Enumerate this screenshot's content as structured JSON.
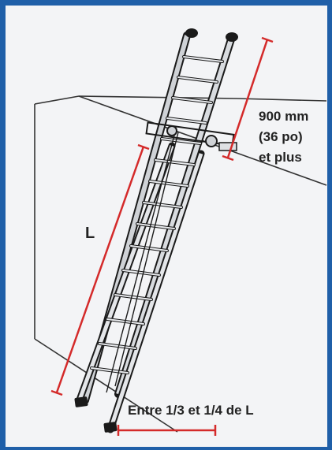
{
  "colors": {
    "frame": "#1f5fa8",
    "measure_line": "#d42a2a",
    "text": "#222222",
    "wall": "#f3f4f6",
    "ladder_outline": "#1a1a1a"
  },
  "labels": {
    "length": "L",
    "height_line1": "900 mm",
    "height_line2": "(36 po)",
    "height_line3": "et plus",
    "base_distance": "Entre 1/3 et 1/4 de L"
  }
}
